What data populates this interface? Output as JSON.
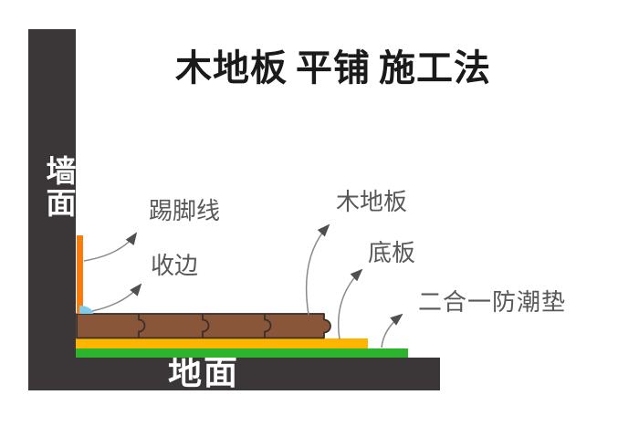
{
  "title": {
    "part1": "木地板",
    "part2": "平铺",
    "part3": "施工法"
  },
  "labels": {
    "wall": "墙面",
    "ground": "地面"
  },
  "annotations": {
    "skirting": "踢脚线",
    "edge_trim": "收边",
    "wood_floor": "木地板",
    "base_board": "底板",
    "moisture_pad": "二合一防潮垫"
  },
  "colors": {
    "wall_floor": "#3B3637",
    "skirting": "#F87D0E",
    "edge_trim": "#7FCBEA",
    "plank": "#8A5639",
    "plank_outline": "#382F2C",
    "base_board": "#FDB500",
    "moisture_pad": "#2DB42D",
    "label_text": "#595757",
    "arrow_line": "#8A8A8A",
    "arrowhead": "#4F4F4F",
    "title_text": "#1A1A1A",
    "background": "#FFFFFF"
  }
}
